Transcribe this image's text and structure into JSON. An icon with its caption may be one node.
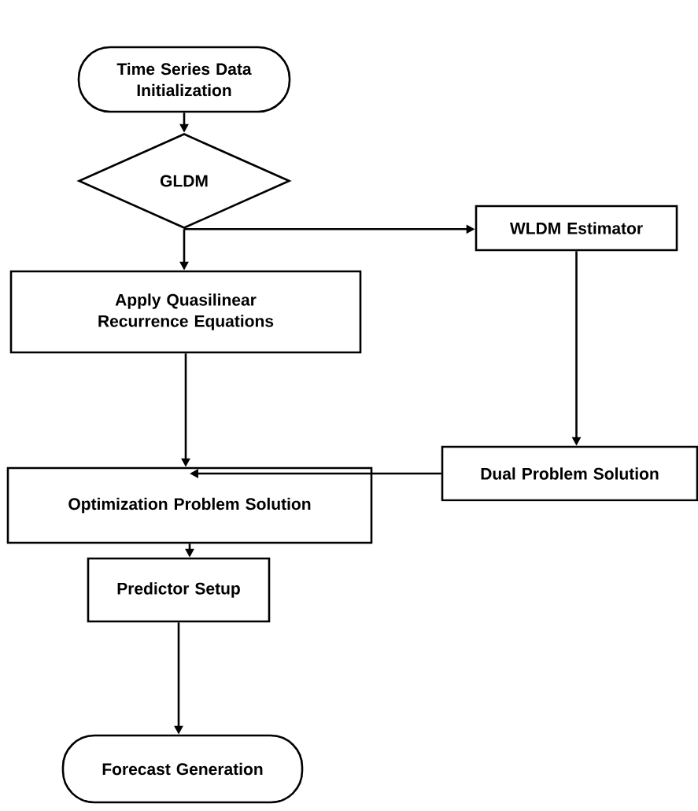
{
  "diagram": {
    "nodes": [
      {
        "text": [
          "Time Series Data Initialization"
        ]
      },
      {
        "text": [
          "GLDM"
        ]
      },
      {
        "text": [
          "WLDM Estimator"
        ]
      },
      {
        "text": [
          "Apply Quasilinear Recurrence Equations"
        ]
      },
      {
        "text": [
          "Dual Problem Solution"
        ]
      },
      {
        "text": [
          "Optimization Problem Solution"
        ]
      },
      {
        "text": [
          "Predictor Setup"
        ]
      },
      {
        "text": [
          "Forecast Generation"
        ]
      }
    ],
    "edges": [
      {
        "from": 0,
        "to": 1,
        "arrow": "to"
      },
      {
        "from": 1,
        "to": 3,
        "arrow": "to"
      },
      {
        "from": 1,
        "to": 2,
        "arrow": "to"
      },
      {
        "from": 2,
        "to": 4,
        "arrow": "to"
      },
      {
        "from": 3,
        "to": 5,
        "arrow": "to"
      },
      {
        "from": 4,
        "to": 5,
        "arrow": "to"
      },
      {
        "from": 5,
        "to": 6,
        "arrow": "to"
      },
      {
        "from": 6,
        "to": 7,
        "arrow": "to"
      }
    ]
  }
}
